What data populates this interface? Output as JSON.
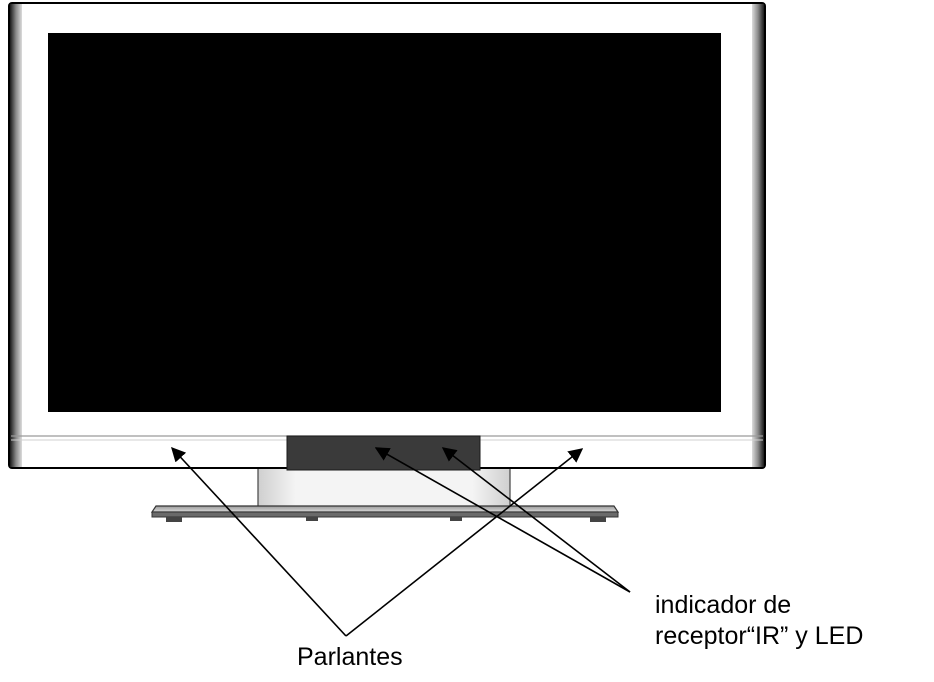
{
  "labels": {
    "speakers": "Parlantes",
    "ir_led_line1": "indicador de",
    "ir_led_line2": "receptor“IR” y LED"
  },
  "colors": {
    "screen": "#000000",
    "bezel": "#ffffff",
    "outline": "#000000",
    "ir_window": "#3a3a3a",
    "stand_light": "#e6e6e6",
    "base_dark": "#555555"
  }
}
